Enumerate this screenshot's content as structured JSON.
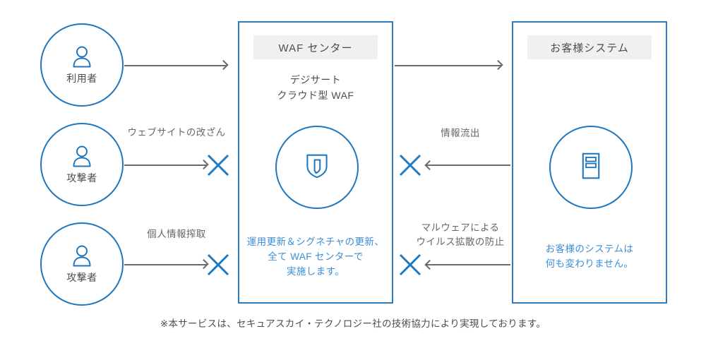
{
  "colors": {
    "brand_blue": "#2077bd",
    "panel_border": "#2d7dc4",
    "note_blue": "#3b8ed6",
    "x_blue": "#1f7ac0",
    "arrow_gray": "#6b6b6b",
    "text_gray": "#4d4d4d",
    "header_bg": "#f0f0f0"
  },
  "actors": [
    {
      "id": "user",
      "label": "利用者",
      "icon": "person-icon"
    },
    {
      "id": "attacker1",
      "label": "攻撃者",
      "icon": "person-icon"
    },
    {
      "id": "attacker2",
      "label": "攻撃者",
      "icon": "person-icon"
    }
  ],
  "waf_panel": {
    "header": "WAF センター",
    "subtitle_line1": "デジサート",
    "subtitle_line2": "クラウド型 WAF",
    "icon": "shield-icon",
    "note_line1": "運用更新＆シグネチャの更新、",
    "note_line2": "全て WAF センターで",
    "note_line3": "実施します。"
  },
  "customer_panel": {
    "header": "お客様システム",
    "icon": "server-icon",
    "note_line1": "お客様のシステムは",
    "note_line2": "何も変わりません。"
  },
  "flows": {
    "user_to_waf": {
      "label": "",
      "direction": "right",
      "blocked": false
    },
    "attack_tamper": {
      "label": "ウェブサイトの改ざん",
      "direction": "right",
      "blocked": true
    },
    "attack_steal": {
      "label": "個人情報搾取",
      "direction": "right",
      "blocked": true
    },
    "waf_to_customer": {
      "label": "",
      "direction": "right",
      "blocked": false
    },
    "info_leak": {
      "label": "情報流出",
      "direction": "left",
      "blocked": true
    },
    "malware": {
      "label_line1": "マルウェアによる",
      "label_line2": "ウイルス拡散の防止",
      "direction": "left",
      "blocked": true
    }
  },
  "footnote": "※本サービスは、セキュアスカイ・テクノロジー社の技術協力により実現しております。"
}
